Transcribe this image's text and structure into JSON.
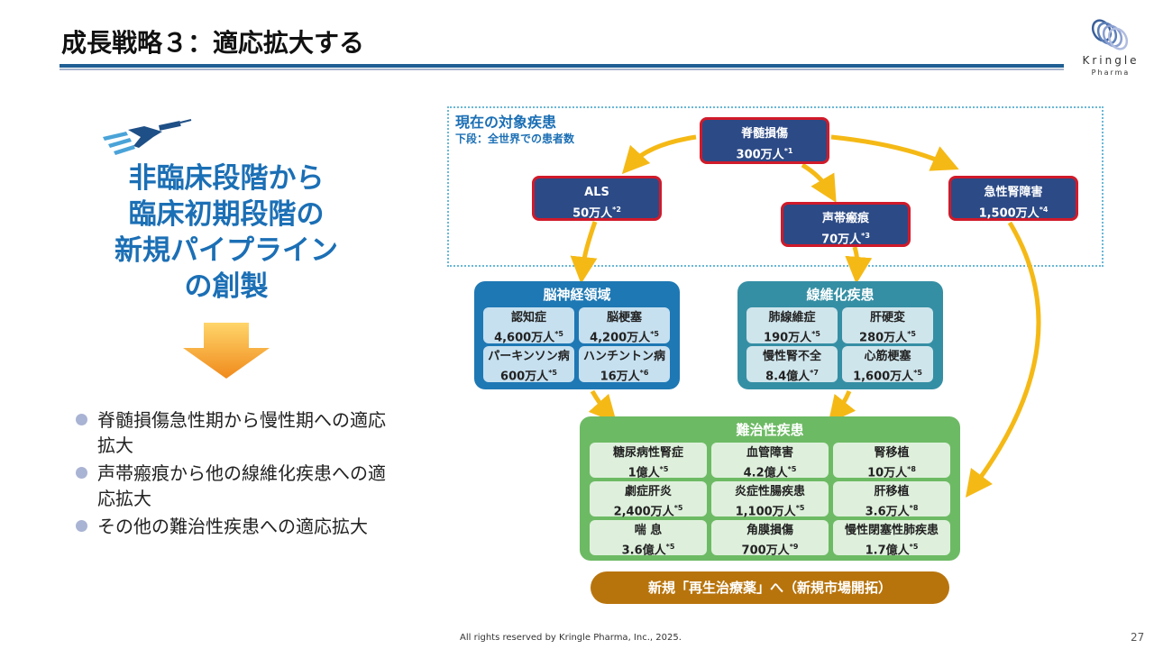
{
  "header": {
    "title": "成長戦略３：適応拡大する",
    "logo": {
      "name": "Kringle",
      "sub": "Pharma"
    }
  },
  "left": {
    "headline_lines": [
      "非臨床段階から",
      "臨床初期段階の",
      "新規パイプライン",
      "の創製"
    ],
    "bullets": [
      "脊髄損傷急性期から慢性期への適応拡大",
      "声帯瘢痕から他の線維化疾患への適応拡大",
      "その他の難治性疾患への適応拡大"
    ]
  },
  "current": {
    "title": "現在の対象疾患",
    "subtitle": "下段：全世界での患者数",
    "diseases": [
      {
        "name": "脊髄損傷",
        "count": "300万人",
        "note": "*1"
      },
      {
        "name": "ALS",
        "count": "50万人",
        "note": "*2"
      },
      {
        "name": "声帯瘢痕",
        "count": "70万人",
        "note": "*3"
      },
      {
        "name": "急性腎障害",
        "count": "1,500万人",
        "note": "*4"
      }
    ]
  },
  "groups": [
    {
      "title": "脳神経領域",
      "color": "#1e78b4",
      "items": [
        {
          "name": "認知症",
          "count": "4,600万人",
          "note": "*5"
        },
        {
          "name": "脳梗塞",
          "count": "4,200万人",
          "note": "*5"
        },
        {
          "name": "パーキンソン病",
          "count": "600万人",
          "note": "*5"
        },
        {
          "name": "ハンチントン病",
          "count": "16万人",
          "note": "*6"
        }
      ]
    },
    {
      "title": "線維化疾患",
      "color": "#358fa4",
      "items": [
        {
          "name": "肺線維症",
          "count": "190万人",
          "note": "*5"
        },
        {
          "name": "肝硬変",
          "count": "280万人",
          "note": "*5"
        },
        {
          "name": "慢性腎不全",
          "count": "8.4億人",
          "note": "*7"
        },
        {
          "name": "心筋梗塞",
          "count": "1,600万人",
          "note": "*5"
        }
      ]
    },
    {
      "title": "難治性疾患",
      "color": "#6dba64",
      "items": [
        {
          "name": "糖尿病性腎症",
          "count": "1億人",
          "note": "*5"
        },
        {
          "name": "血管障害",
          "count": "4.2億人",
          "note": "*5"
        },
        {
          "name": "腎移植",
          "count": "10万人",
          "note": "*8"
        },
        {
          "name": "劇症肝炎",
          "count": "2,400万人",
          "note": "*5"
        },
        {
          "name": "炎症性腸疾患",
          "count": "1,100万人",
          "note": "*5"
        },
        {
          "name": "肝移植",
          "count": "3.6万人",
          "note": "*8"
        },
        {
          "name": "喘 息",
          "count": "3.6億人",
          "note": "*5"
        },
        {
          "name": "角膜損傷",
          "count": "700万人",
          "note": "*9"
        },
        {
          "name": "慢性閉塞性肺疾患",
          "count": "1.7億人",
          "note": "*5"
        }
      ]
    }
  ],
  "bottom_banner": "新規「再生治療薬」へ（新規市場開拓）",
  "footer": {
    "copyright": "All rights reserved by Kringle Pharma, Inc., 2025.",
    "page": "27"
  },
  "colors": {
    "arrow": "#f5b916",
    "box_fill": "#2c4a86",
    "box_border": "#d01a2a",
    "banner": "#b8740c"
  }
}
